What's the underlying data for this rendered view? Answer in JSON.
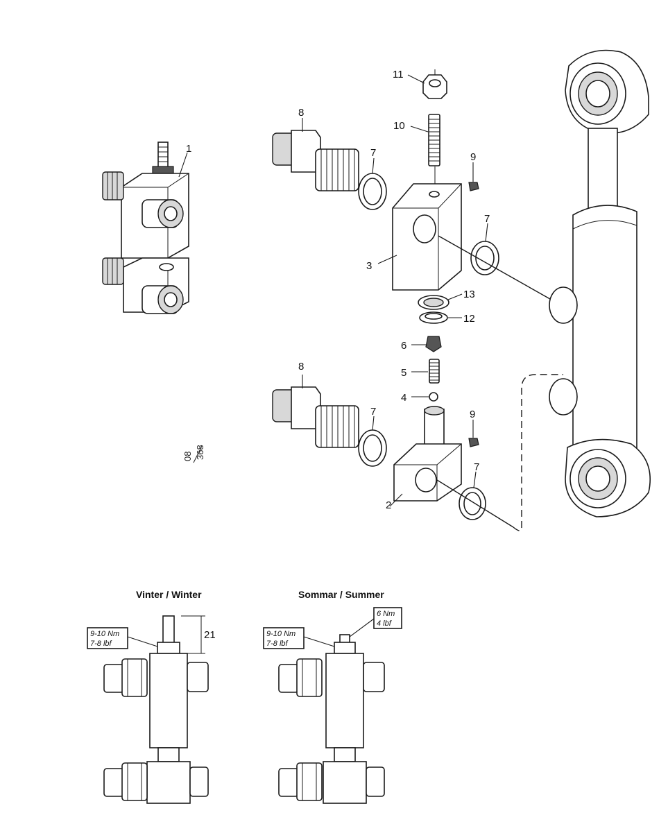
{
  "callouts": {
    "p1": "1",
    "p2": "2",
    "p3": "3",
    "p4": "4",
    "p5": "5",
    "p6": "6",
    "p7a": "7",
    "p7b": "7",
    "p7c": "7",
    "p7d": "7",
    "p8a": "8",
    "p8b": "8",
    "p9a": "9",
    "p9b": "9",
    "p10": "10",
    "p11": "11",
    "p12": "12",
    "p13": "13"
  },
  "drawing_ref": {
    "top": "08",
    "bottom": "368"
  },
  "winter": {
    "title": "Vinter / Winter",
    "torque_nm": "9-10 Nm",
    "torque_lbf": "7-8 lbf",
    "dimension": "21"
  },
  "summer": {
    "title": "Sommar / Summer",
    "torque_nm": "9-10 Nm",
    "torque_lbf": "7-8 lbf",
    "nut_torque_nm": "6 Nm",
    "nut_torque_lbf": "4 lbf"
  }
}
